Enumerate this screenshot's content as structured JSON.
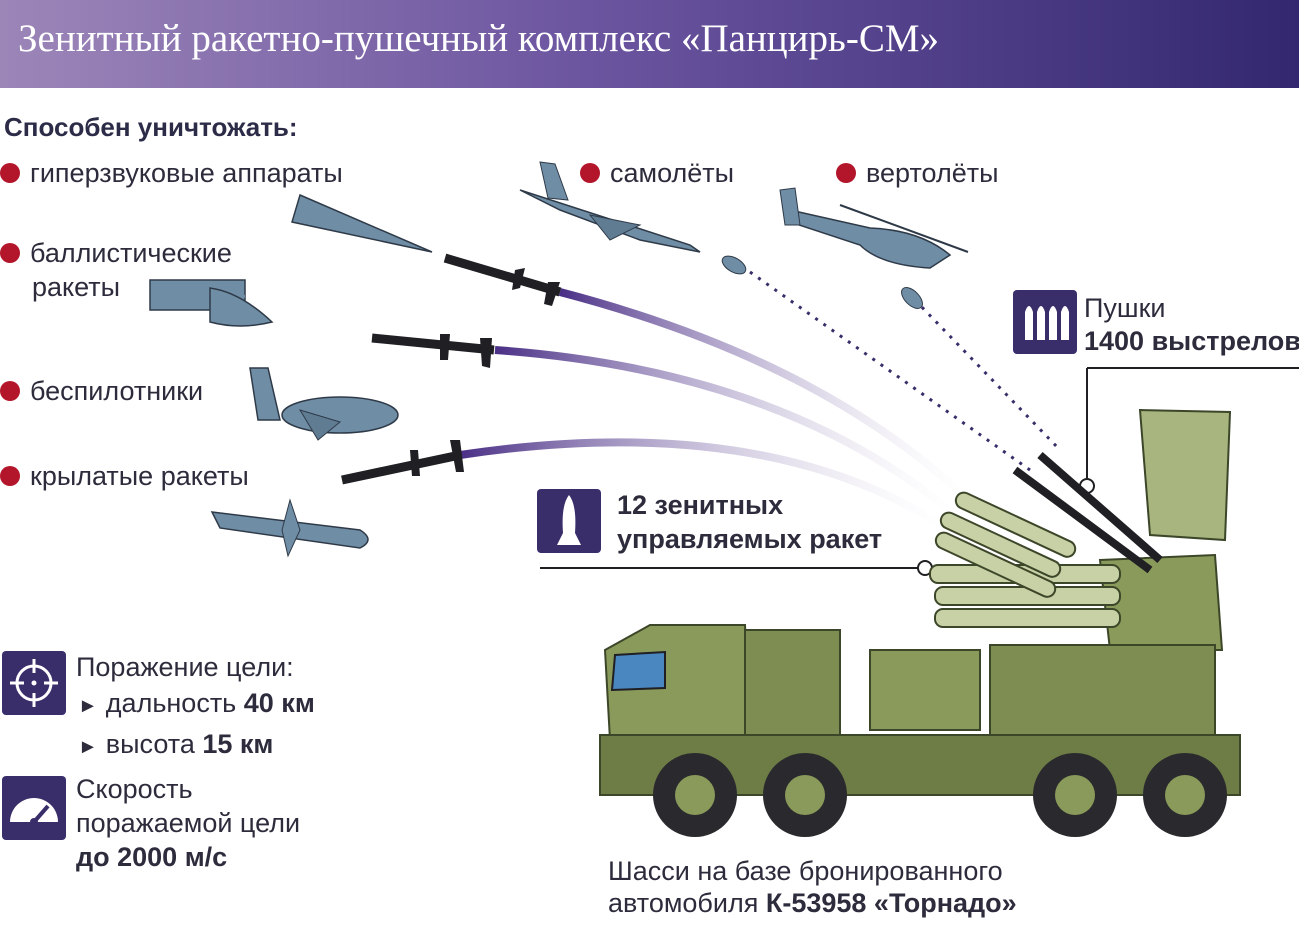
{
  "title": "Зенитный ракетно-пушечный комплекс «Панцирь-СМ»",
  "capable_heading": "Способен уничтожать:",
  "targets": {
    "hypersonic": "гиперзвуковые аппараты",
    "ballistic_line1": "баллистические",
    "ballistic_line2": "ракеты",
    "drones": "беспилотники",
    "cruise": "крылатые ракеты",
    "aircraft": "самолёты",
    "helicopters": "вертолёты"
  },
  "guns": {
    "label": "Пушки",
    "value": "1400 выстрелов"
  },
  "missiles": {
    "line1": "12 зенитных",
    "line2": "управляемых ракет"
  },
  "engagement": {
    "label": "Поражение цели:",
    "range_label": "дальность",
    "range_value": "40 км",
    "altitude_label": "высота",
    "altitude_value": "15 км"
  },
  "speed": {
    "line1": "Скорость",
    "line2": "поражаемой цели",
    "value": "до 2000 м/с"
  },
  "chassis": {
    "line1": "Шасси на базе бронированного",
    "line2_prefix": "автомобиля",
    "line2_value": "К-53958 «Торнадо»"
  },
  "bullet_glyph": "►",
  "colors": {
    "header_start": "#9c86b8",
    "header_end": "#332870",
    "bullet_red": "#b3162b",
    "icon_bg": "#3a2e6a",
    "trajectory": "#5a3f98",
    "target_blue": "#6f8ea6",
    "vehicle_green": "#8a9a5a"
  }
}
